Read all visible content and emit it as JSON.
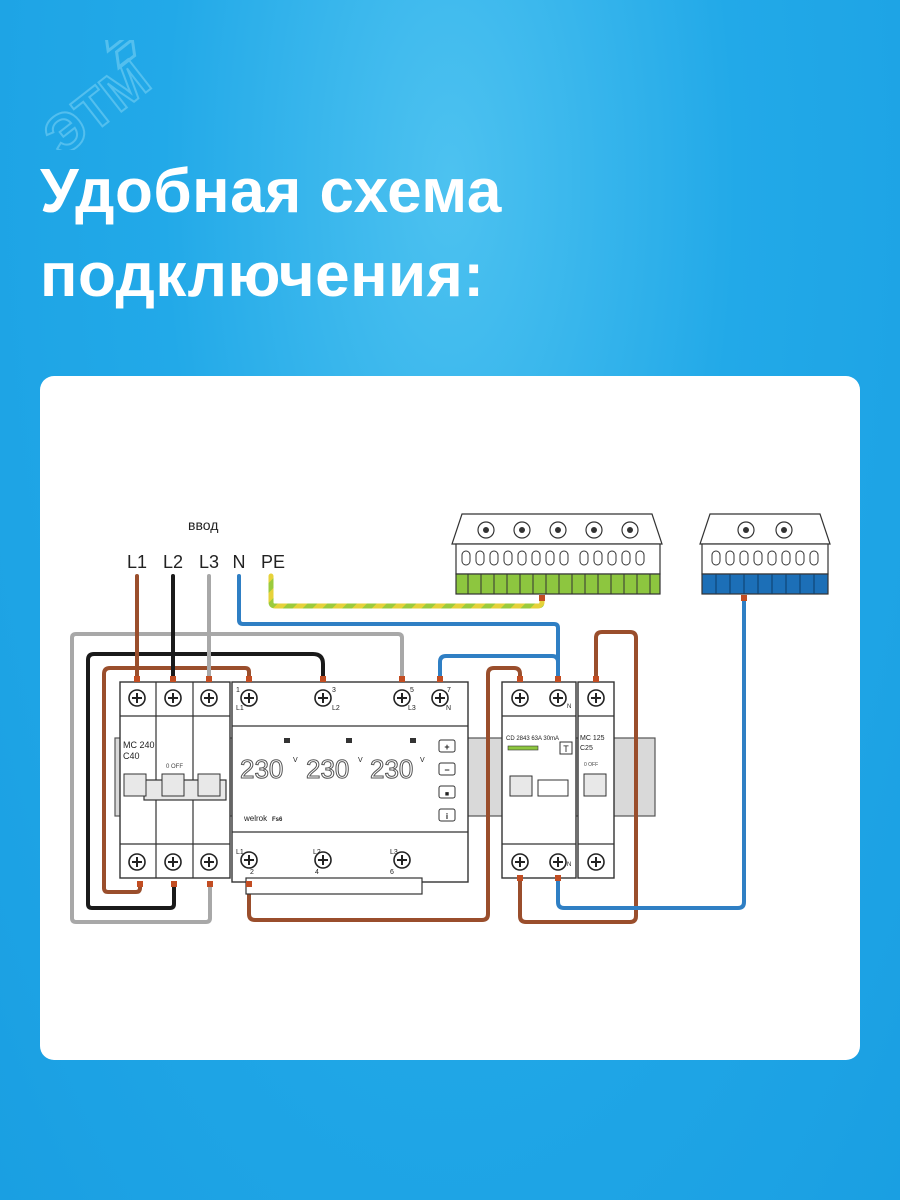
{
  "brand": {
    "watermark": "ЭТМ"
  },
  "headline": {
    "line1": "Удобная схема",
    "line2": "подключения:"
  },
  "diagram": {
    "input_label": "ввод",
    "input_terminals": [
      "L1",
      "L2",
      "L3",
      "N",
      "PE"
    ],
    "breaker_main": {
      "line1": "MC 240",
      "line2": "C40",
      "state": "0 OFF"
    },
    "meter": {
      "brand": "welrok",
      "model": "Fs6",
      "readings": [
        "230",
        "230",
        "230"
      ],
      "unit": "V",
      "top_terminal_numbers": [
        "1",
        "3",
        "5",
        "7"
      ],
      "top_terminal_labels": [
        "L1",
        "L2",
        "L3",
        "N"
      ],
      "bottom_terminal_numbers": [
        "2",
        "4",
        "6"
      ],
      "bottom_terminal_labels": [
        "L1",
        "L2",
        "L3"
      ],
      "buttons": [
        "+",
        "−",
        "■",
        "i"
      ]
    },
    "rcd": {
      "label": "CD 2843 63A 30mA",
      "test": "T",
      "n_label": "N"
    },
    "breaker_small": {
      "line1": "MC 125",
      "line2": "C25",
      "state": "0 OFF"
    }
  },
  "colors": {
    "background": "#1fa6e6",
    "wire_brown": "#9a4e2c",
    "wire_black": "#1a1a1a",
    "wire_grey": "#a8a8a8",
    "wire_blue": "#2f7fc4",
    "wire_pe_green": "#9bcb3c",
    "wire_pe_yellow": "#e6d23a",
    "busbar_green": "#8dc63f",
    "busbar_blue": "#1c6fb7"
  }
}
